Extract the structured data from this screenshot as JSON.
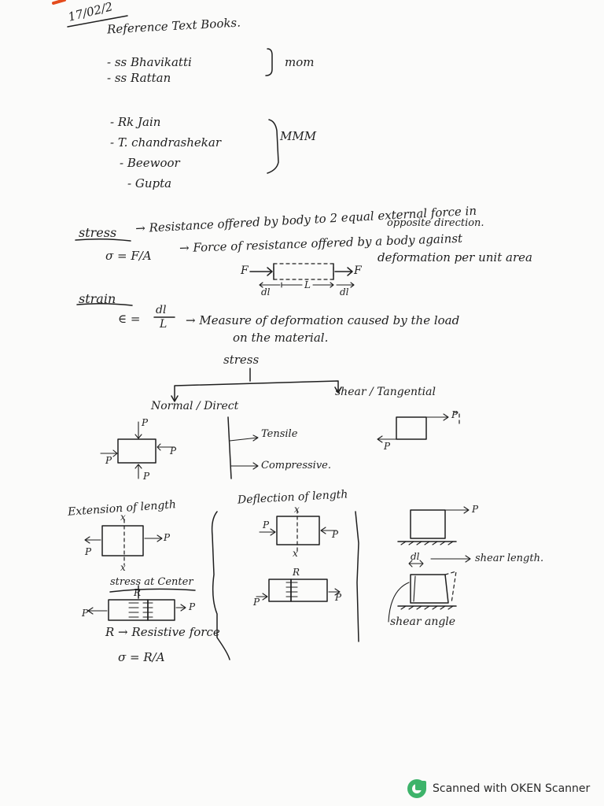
{
  "date": "17/02/2",
  "heading": "Reference Text Books.",
  "books_group1": [
    "- ss  Bhavikatti",
    "- ss  Rattan"
  ],
  "books_group1_tag": "mom",
  "books_group2": [
    "- Rk Jain",
    "- T. chandrashekar",
    "- Beewoor",
    "- Gupta"
  ],
  "books_group2_tag": "MMM",
  "stress": {
    "label": "stress",
    "def1": "→ Resistance offered by body to 2 equal external force in",
    "def1b": "opposite direction.",
    "formula": "σ = F/A",
    "def2": "→ Force of resistance offered by a body against",
    "def2b": "deformation per unit area",
    "bar_F_left": "F",
    "bar_F_right": "F",
    "bar_dl_left": "dl",
    "bar_L": "L",
    "bar_dl_right": "dl"
  },
  "strain": {
    "label": "strain",
    "formula_lhs": "∈ =",
    "formula_num": "dl",
    "formula_den": "L",
    "def1": "→ Measure of deformation caused by the load",
    "def1b": "on the material."
  },
  "tree": {
    "root": "stress",
    "left": "Normal / Direct",
    "right": "shear / Tangential",
    "tensile": "Tensile",
    "compressive": "Compressive.",
    "p": "P"
  },
  "bottom": {
    "extension": "Extension of length",
    "deflection": "Deflection of length",
    "stress_at_center": "stress at Center",
    "r_label": "R",
    "r_def": "R → Resistive force",
    "sigma_eq": "σ = R/A",
    "shear_length": "shear length.",
    "shear_angle": "shear angle",
    "dl": "dl",
    "x": "x"
  },
  "footer": "Scanned with OKEN Scanner"
}
